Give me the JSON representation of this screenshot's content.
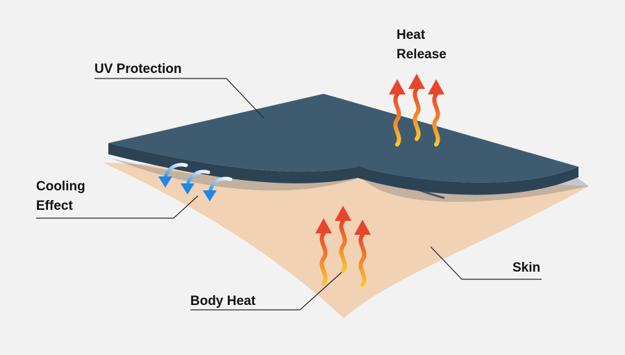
{
  "labels": {
    "uv_protection": "UV Protection",
    "heat_release_line1": "Heat",
    "heat_release_line2": "Release",
    "cooling_effect_line1": "Cooling",
    "cooling_effect_line2": "Effect",
    "skin": "Skin",
    "body_heat": "Body Heat"
  },
  "colors": {
    "background": "#f2f2f2",
    "fabric_top": "#3f5b70",
    "fabric_edge": "#2c4355",
    "fabric_shadow": "#36505f",
    "skin": "#f2d2b4",
    "heat_red": "#e8452a",
    "heat_orange": "#f28a2a",
    "heat_yellow": "#f9c530",
    "cool_blue": "#1e88e5",
    "cool_light": "#ffffff"
  },
  "icons": {
    "heat_release": "heat-wave-arrow-icon",
    "body_heat": "heat-wave-arrow-icon",
    "cooling": "curved-cooling-arrow-icon"
  }
}
